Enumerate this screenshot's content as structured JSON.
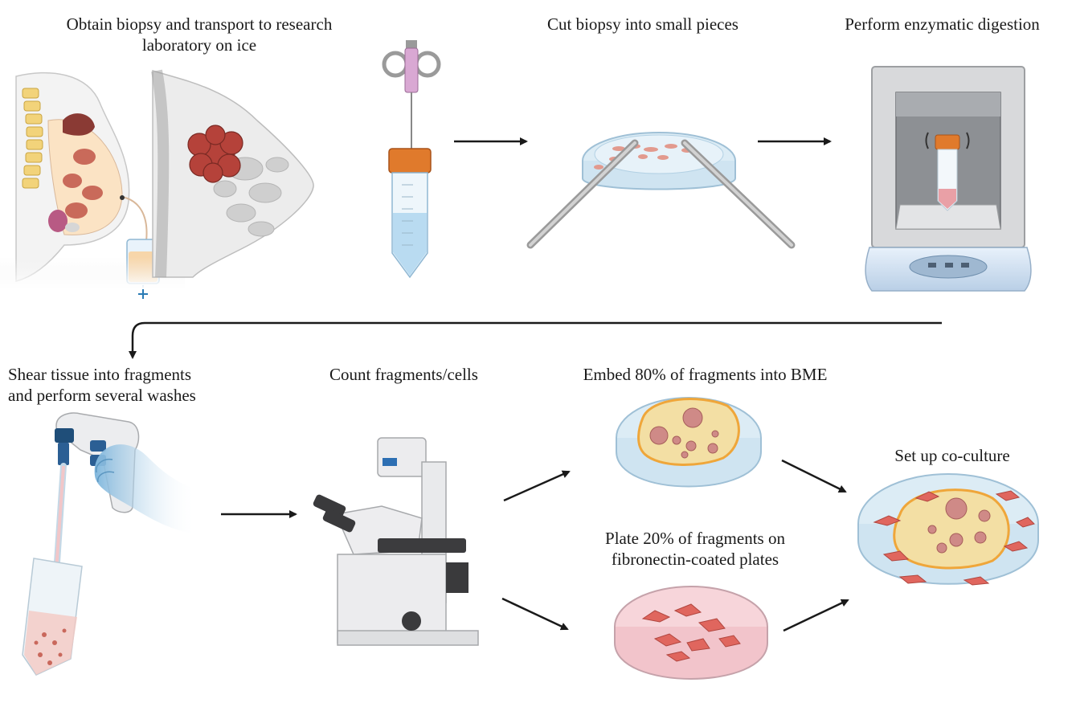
{
  "steps": {
    "s1": {
      "line1": "Obtain biopsy and transport to research",
      "line2": "laboratory on ice"
    },
    "s2": {
      "label": "Cut biopsy into small pieces"
    },
    "s3": {
      "label": "Perform enzymatic digestion"
    },
    "s4": {
      "line1": "Shear tissue into fragments",
      "line2": "and perform several washes"
    },
    "s5": {
      "label": "Count fragments/cells"
    },
    "s6": {
      "label": "Embed 80% of fragments into BME"
    },
    "s7": {
      "line1": "Plate 20% of fragments on",
      "line2": "fibronectin-coated plates"
    },
    "s8": {
      "label": "Set up co-culture"
    }
  },
  "colors": {
    "arrow": "#1a1a1a",
    "tissue": "#b5423a",
    "skin": "#f6dcc0",
    "glove": "#7fb6dc",
    "orange_cap": "#e07a2c",
    "dish": "#dcecf5",
    "matrix": "#f3dfa4",
    "matrix_border": "#efa63a",
    "fibronectin": "#f7d5da",
    "cells": "#e0665e",
    "device_grey": "#cfd1d4"
  },
  "icons": [
    "patient-biopsy-illustration",
    "breast-tissue-illustration",
    "syringe-icon",
    "falcon-tube-icon",
    "petri-dish-icon",
    "forceps-icon",
    "scalpel-icon",
    "incubator-shaker-icon",
    "pipette-controller-icon",
    "gloved-hand-icon",
    "serological-pipette-icon",
    "microscope-icon",
    "bme-dish-icon",
    "fibronectin-dish-icon",
    "coculture-dish-icon"
  ]
}
